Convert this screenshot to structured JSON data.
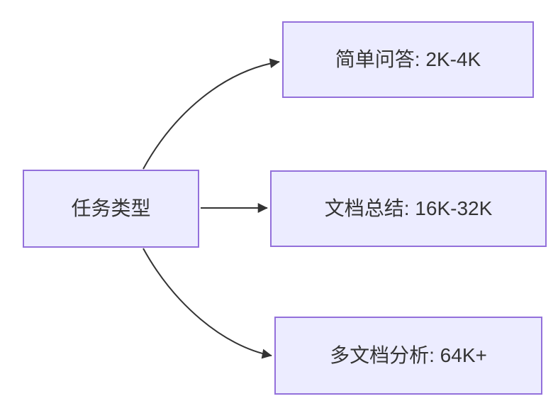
{
  "diagram": {
    "type": "flowchart",
    "direction": "left-to-right",
    "root": {
      "id": "task-type",
      "label": "任务类型"
    },
    "branches": [
      {
        "id": "simple-qa",
        "label": "简单问答: 2K-4K"
      },
      {
        "id": "doc-summary",
        "label": "文档总结: 16K-32K"
      },
      {
        "id": "multi-doc-analysis",
        "label": "多文档分析: 64K+"
      }
    ],
    "edges": [
      {
        "from": "task-type",
        "to": "simple-qa"
      },
      {
        "from": "task-type",
        "to": "doc-summary"
      },
      {
        "from": "task-type",
        "to": "multi-doc-analysis"
      }
    ],
    "colors": {
      "node_fill": "#ECECFF",
      "node_border": "#9370DB",
      "edge": "#333333",
      "text": "#333333",
      "background": "#FFFFFF"
    }
  }
}
